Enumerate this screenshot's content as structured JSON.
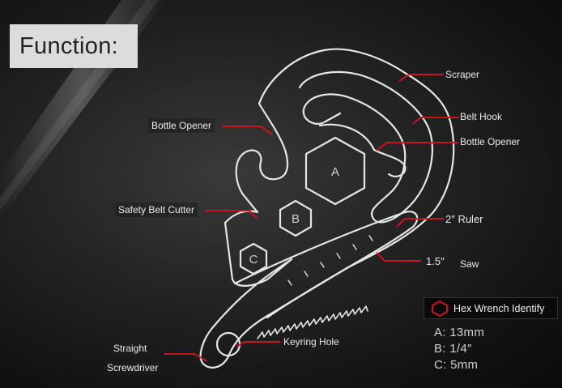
{
  "title": "Function:",
  "labels": {
    "scraper": "Scraper",
    "belt_hook": "Belt Hook",
    "bottle_opener_left": "Bottle Opener",
    "bottle_opener_right": "Bottle Opener",
    "safety_belt_cutter": "Safety Belt Cutter",
    "ruler": "2″ Ruler",
    "saw_size": "1.5″",
    "saw": "Saw",
    "keyring_hole": "Keyring Hole",
    "straight": "Straight",
    "screwdriver": "Screwdriver"
  },
  "hexes": {
    "a": "A",
    "b": "B",
    "c": "C"
  },
  "legend": {
    "title": "Hex Wrench Identify",
    "rows": [
      "A: 13mm",
      "B: 1/4″",
      "C: 5mm"
    ]
  },
  "colors": {
    "accent": "#c8141e",
    "outline": "#e6e6e6"
  }
}
